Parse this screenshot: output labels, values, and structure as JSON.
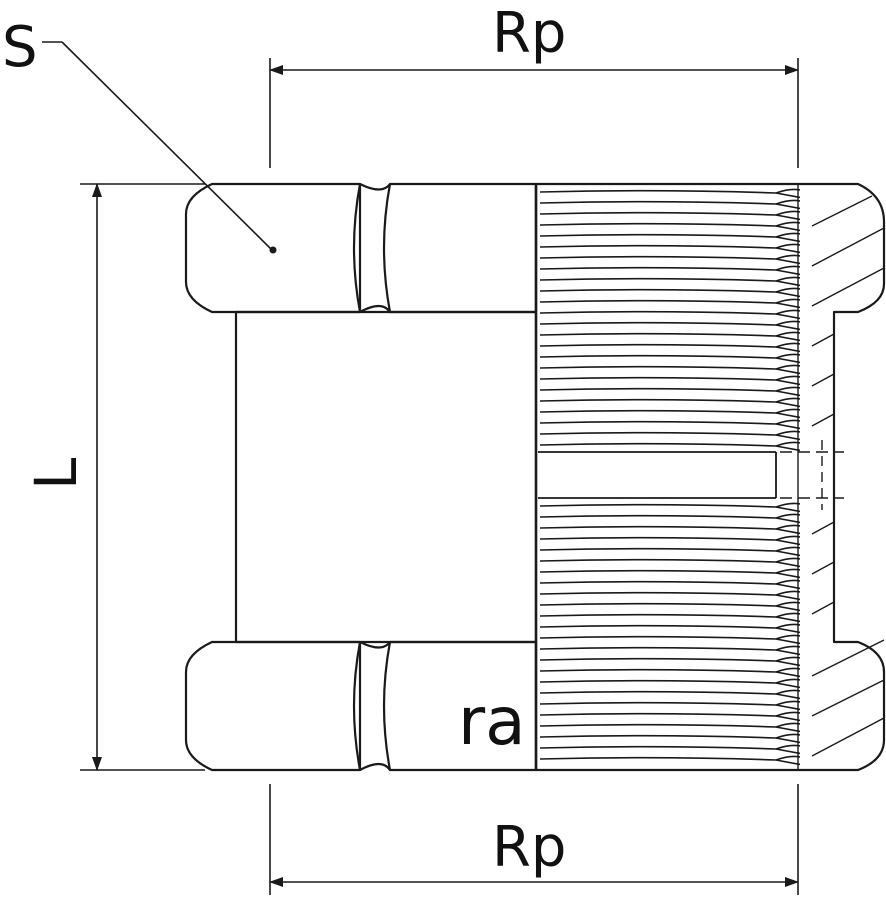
{
  "labels": {
    "hex_size": "S",
    "length": "L",
    "thread_top": "Rp",
    "thread_bottom": "Rp",
    "marking": "ra"
  },
  "colors": {
    "line": "#1a1a1a",
    "background": "#ffffff"
  }
}
